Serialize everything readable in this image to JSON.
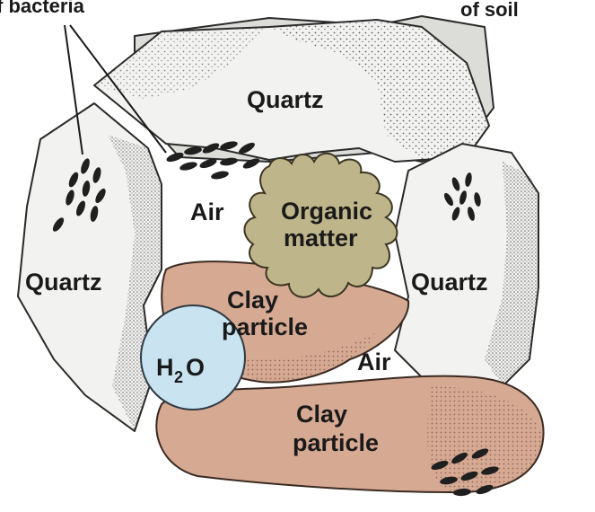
{
  "labels": {
    "bacteria": "f bacteria",
    "soil": "of soil",
    "quartz_top": "Quartz",
    "quartz_left": "Quartz",
    "quartz_right": "Quartz",
    "air_left": "Air",
    "air_bottom": "Air",
    "organic_1": "Organic",
    "organic_2": "matter",
    "clay_upper_1": "Clay",
    "clay_upper_2": "particle",
    "clay_lower_1": "Clay",
    "clay_lower_2": "particle",
    "water_h": "H",
    "water_sub": "2",
    "water_o": "O"
  },
  "colors": {
    "quartz": "#f2f2f0",
    "quartz_shade": "#b9b9b6",
    "clay": "#d6a993",
    "clay_shade": "#8a5c4a",
    "organic": "#bfb58a",
    "water": "#c9e3f0",
    "bacteria": "#1f1f1f"
  }
}
